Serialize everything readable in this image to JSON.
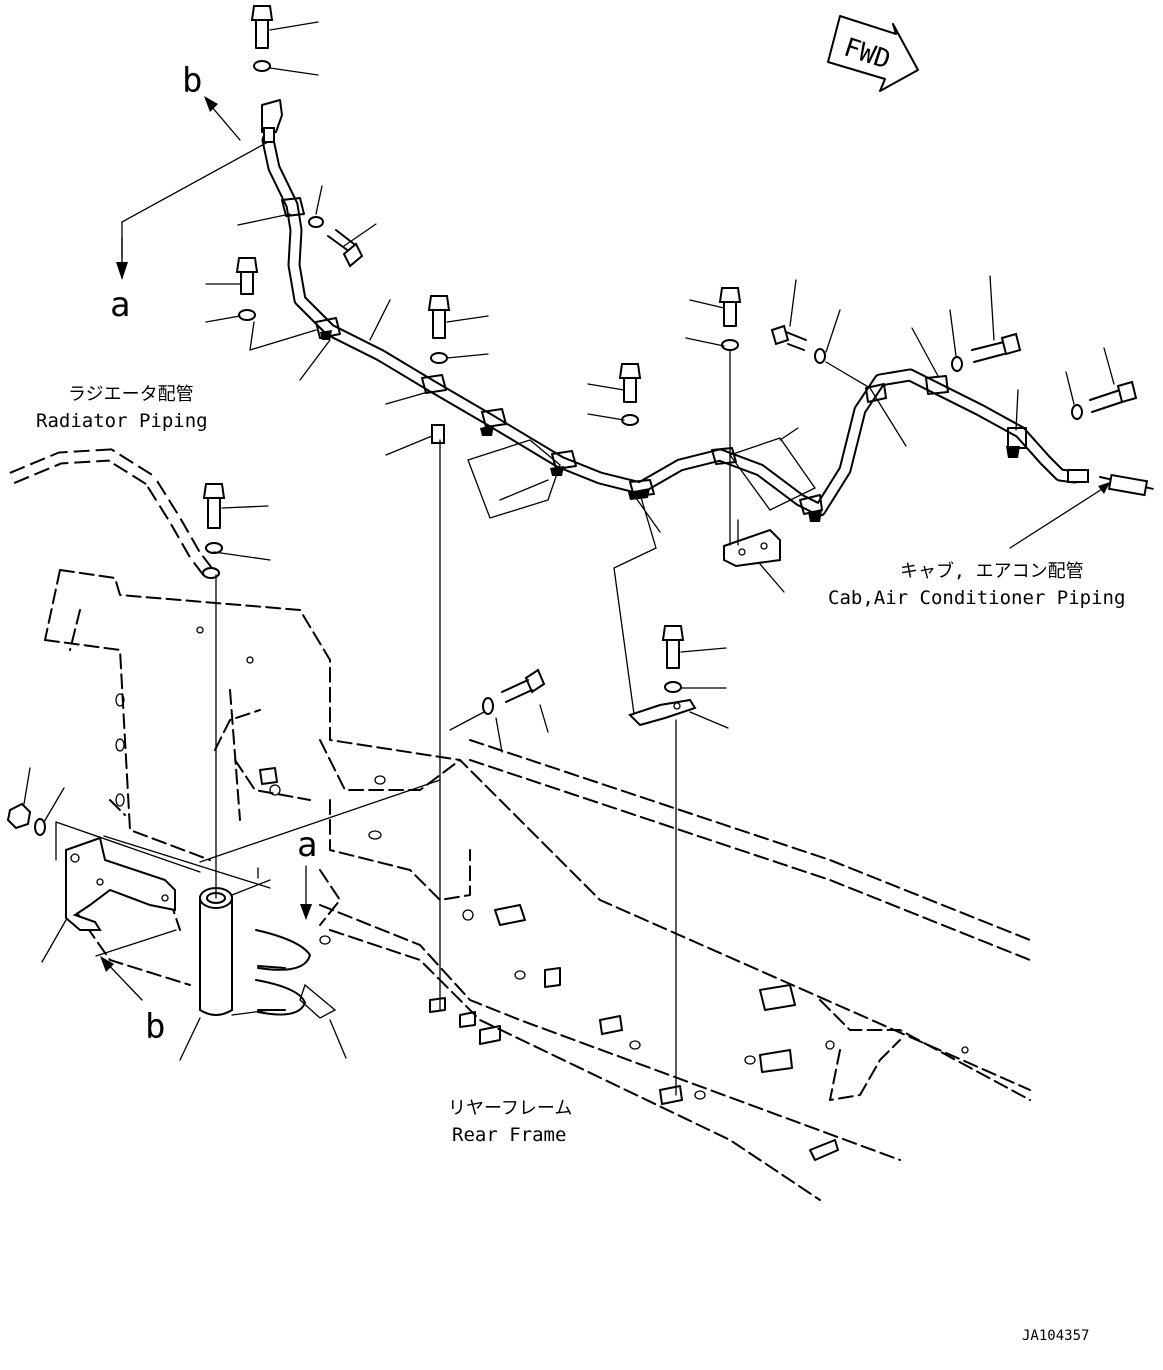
{
  "fwd_arrow": {
    "label": "FWD"
  },
  "labels": {
    "radiator_ja": "ラジエータ配管",
    "radiator_en": "Radiator Piping",
    "cab_ja": "キャブ, エアコン配管",
    "cab_en": "Cab,Air Conditioner Piping",
    "rear_ja": "リヤーフレーム",
    "rear_en": "Rear Frame",
    "ref_a_top": "a",
    "ref_a_bottom": "a",
    "ref_b_top": "b",
    "ref_b_bottom": "b",
    "drawing_number": "JA104357"
  }
}
